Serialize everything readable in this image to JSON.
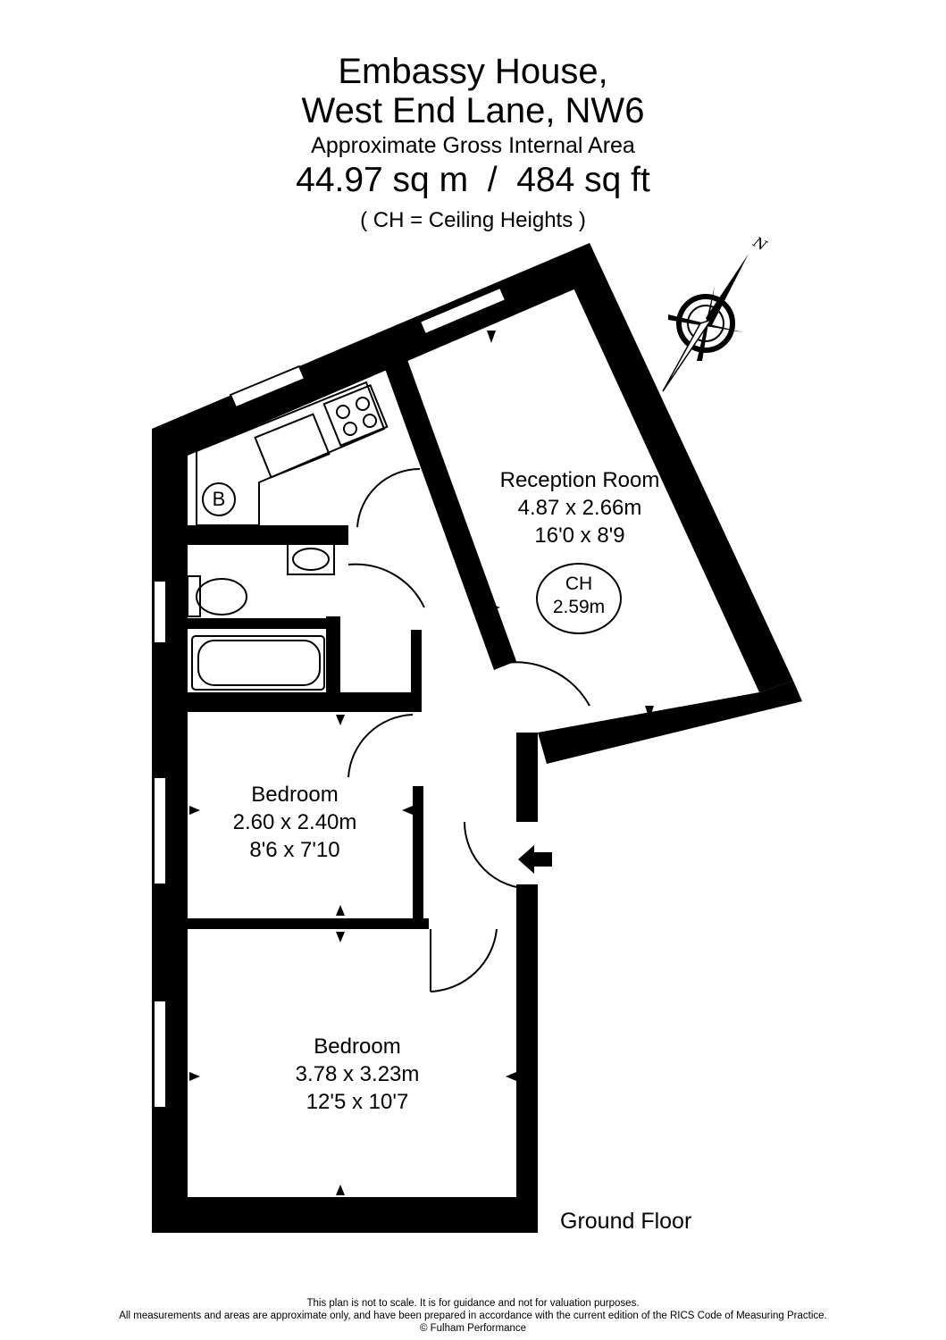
{
  "header": {
    "title_line1": "Embassy House,",
    "title_line2": "West End Lane, NW6",
    "subtitle": "Approximate Gross Internal Area",
    "area": "44.97 sq m  /  484 sq ft",
    "ch_note": "( CH = Ceiling Heights )"
  },
  "compass": {
    "north_label": "N"
  },
  "rooms": {
    "reception": {
      "name": "Reception Room",
      "metric": "4.87 x 2.66m",
      "imperial": "16'0 x 8'9"
    },
    "ceiling_height": {
      "label": "CH",
      "value": "2.59m"
    },
    "bedroom1": {
      "name": "Bedroom",
      "metric": "2.60 x 2.40m",
      "imperial": "8'6 x 7'10"
    },
    "bedroom2": {
      "name": "Bedroom",
      "metric": "3.78 x 3.23m",
      "imperial": "12'5 x 10'7"
    },
    "boiler": {
      "label": "B"
    }
  },
  "floor_label": "Ground Floor",
  "footer": {
    "line1": "This plan is not to scale. It is for guidance and not for valuation purposes.",
    "line2": "All measurements and areas are approximate only, and have been prepared in accordance with the current edition of the RICS Code of Measuring Practice.",
    "line3": "© Fulham Performance"
  }
}
